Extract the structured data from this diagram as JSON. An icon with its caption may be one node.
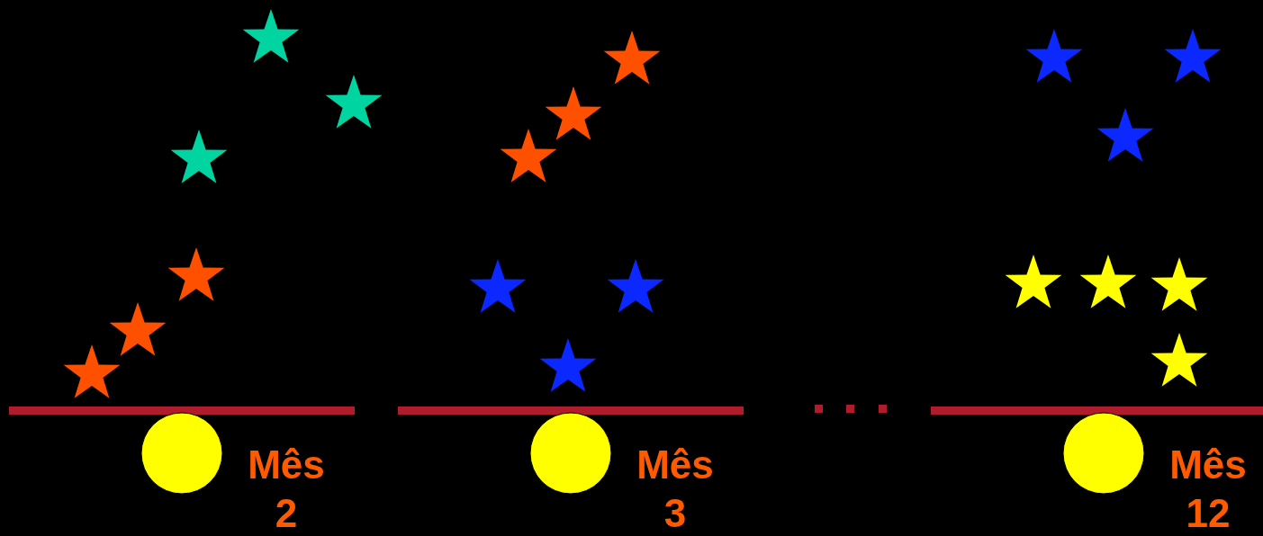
{
  "diagram": {
    "labels": [
      "Mês 2",
      "Mês 3",
      "Mês 12"
    ]
  }
}
